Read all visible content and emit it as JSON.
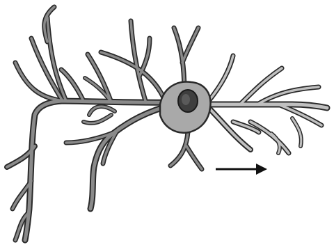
{
  "diagram": {
    "subject": "neuron",
    "parts": [
      {
        "name": "cell-body",
        "color": "#a9a9a9"
      },
      {
        "name": "nucleus",
        "color": "#3e3e3e"
      },
      {
        "name": "dendrites",
        "color": "#8a8a8a"
      },
      {
        "name": "axon",
        "color": "#c0c0c0"
      }
    ],
    "arrow": {
      "direction": "right",
      "color": "#111111"
    },
    "colors": {
      "outline": "#2a2a2a",
      "background": "#ffffff"
    }
  }
}
